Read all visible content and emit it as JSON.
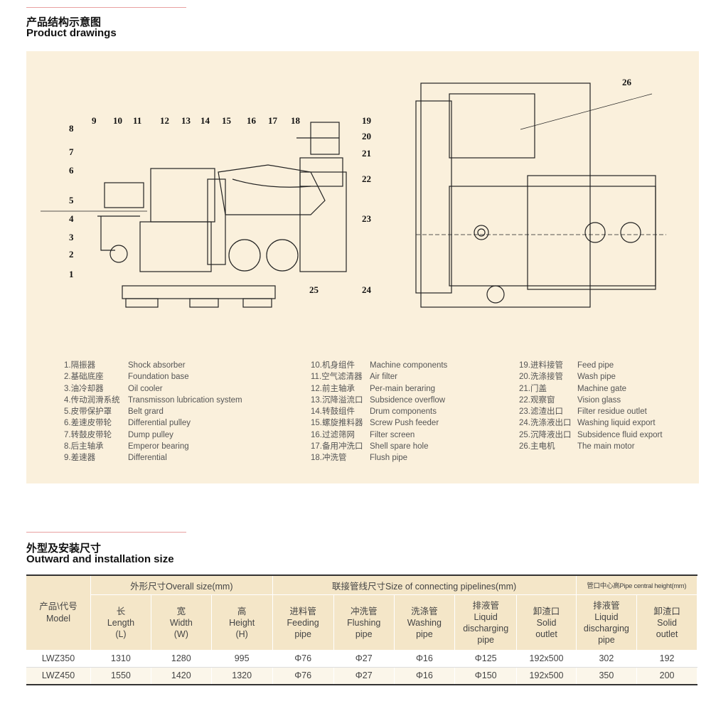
{
  "section1": {
    "title_cn": "产品结构示意图",
    "title_en": "Product drawings"
  },
  "drawing_labels": [
    "1",
    "2",
    "3",
    "4",
    "5",
    "6",
    "7",
    "8",
    "9",
    "10",
    "11",
    "12",
    "13",
    "14",
    "15",
    "16",
    "17",
    "18",
    "19",
    "20",
    "21",
    "22",
    "23",
    "24",
    "25",
    "26"
  ],
  "legend": [
    [
      {
        "cn": "1.隔振器",
        "en": "Shock absorber"
      },
      {
        "cn": "2.基础底座",
        "en": "Foundation base"
      },
      {
        "cn": "3.油冷却器",
        "en": "Oil cooler"
      },
      {
        "cn": "4.传动润滑系统",
        "en": "Transmisson lubrication system"
      },
      {
        "cn": "5.皮带保护罩",
        "en": "Belt grard"
      },
      {
        "cn": "6.差速皮带轮",
        "en": "Differential pulley"
      },
      {
        "cn": "7.转鼓皮带轮",
        "en": "Dump pulley"
      },
      {
        "cn": "8.后主轴承",
        "en": "Emperor bearing"
      },
      {
        "cn": "9.差速器",
        "en": "Differential"
      }
    ],
    [
      {
        "cn": "10.机身组件",
        "en": "Machine components"
      },
      {
        "cn": "11.空气滤清器",
        "en": "Air filter"
      },
      {
        "cn": "12.前主轴承",
        "en": "Per-main beraring"
      },
      {
        "cn": "13.沉降溢流口",
        "en": "Subsidence overflow"
      },
      {
        "cn": "14.转鼓组件",
        "en": "Drum components"
      },
      {
        "cn": "15.螺旋推料器",
        "en": "Screw Push feeder"
      },
      {
        "cn": "16.过滤筛网",
        "en": "Filter screen"
      },
      {
        "cn": "17.备用冲洗口",
        "en": "Shell spare hole"
      },
      {
        "cn": "18.冲洗管",
        "en": "Flush pipe"
      }
    ],
    [
      {
        "cn": "19.进料接管",
        "en": "Feed pipe"
      },
      {
        "cn": "20.洗涤接管",
        "en": "Wash pipe"
      },
      {
        "cn": "21.门盖",
        "en": "Machine gate"
      },
      {
        "cn": "22.观察窗",
        "en": "Vision glass"
      },
      {
        "cn": "23.滤渣出口",
        "en": "Filter residue outlet"
      },
      {
        "cn": "24.洗涤液出口",
        "en": "Washing liquid export"
      },
      {
        "cn": "25.沉降液出口",
        "en": "Subsidence fluid export"
      },
      {
        "cn": "26.主电机",
        "en": "The main motor"
      }
    ]
  ],
  "section2": {
    "title_cn": "外型及安装尺寸",
    "title_en": "Outward and installation size"
  },
  "table": {
    "model_header": [
      "产品\\代号",
      "Model"
    ],
    "groups": [
      "外形尺寸Overall size(mm)",
      "联接管线尺寸Size of connecting pipelines(mm)",
      "管口中心高Pipe central height(mm)"
    ],
    "columns": [
      [
        "长",
        "Length",
        "(L)"
      ],
      [
        "宽",
        "Width",
        "(W)"
      ],
      [
        "高",
        "Height",
        "(H)"
      ],
      [
        "进料管",
        "Feeding",
        "pipe"
      ],
      [
        "冲洗管",
        "Flushing",
        "pipe"
      ],
      [
        "洗涤管",
        "Washing",
        "pipe"
      ],
      [
        "排液管",
        "Liquid",
        "discharging",
        "pipe"
      ],
      [
        "卸渣口",
        "Solid",
        "outlet"
      ],
      [
        "排液管",
        "Liquid",
        "discharging",
        "pipe"
      ],
      [
        "卸渣口",
        "Solid",
        "outlet"
      ]
    ],
    "rows": [
      [
        "LWZ350",
        "1310",
        "1280",
        "995",
        "Φ76",
        "Φ27",
        "Φ16",
        "Φ125",
        "192x500",
        "302",
        "192"
      ],
      [
        "LWZ450",
        "1550",
        "1420",
        "1320",
        "Φ76",
        "Φ27",
        "Φ16",
        "Φ150",
        "192x500",
        "350",
        "200"
      ]
    ]
  }
}
